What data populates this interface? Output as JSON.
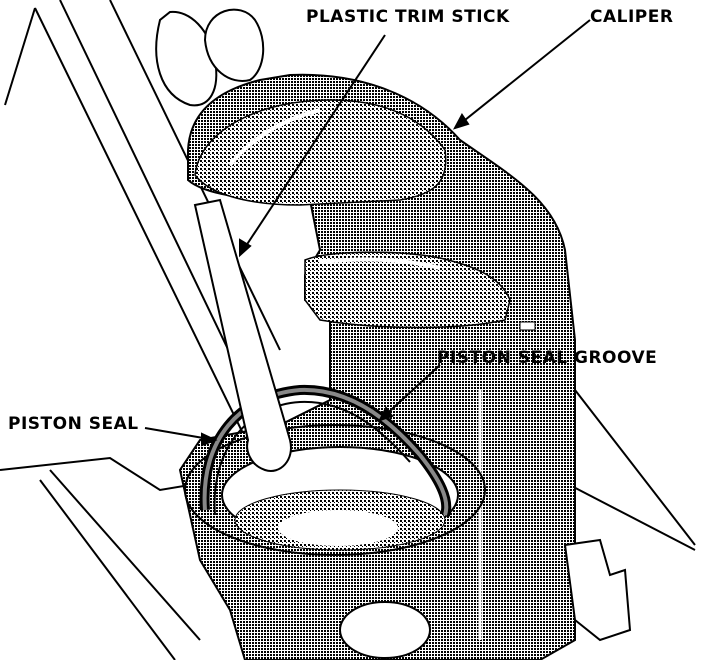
{
  "labels": {
    "plastic_trim_stick": "PLASTIC TRIM STICK",
    "caliper": "CALIPER",
    "piston_seal_groove": "PISTON SEAL GROOVE",
    "piston_seal": "PISTON SEAL"
  },
  "colors": {
    "ink": "#000000",
    "paper": "#ffffff",
    "shade": "#7a7a7a"
  }
}
